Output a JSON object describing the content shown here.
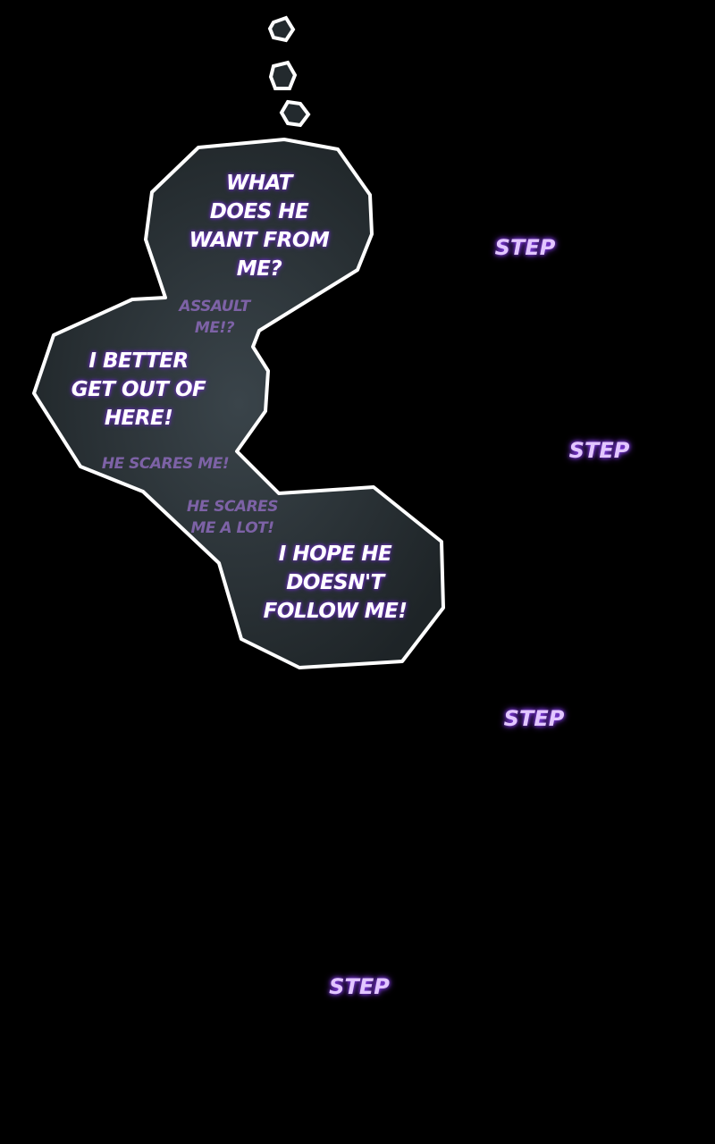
{
  "bubbles": {
    "top": "WHAT\nDOES HE\nWANT FROM\nME?",
    "middle": "I BETTER\nGET OUT OF\nHERE!",
    "bottom": "I HOPE HE\nDOESN'T\nFOLLOW ME!"
  },
  "whispers": {
    "assault": "ASSAULT\nME!?",
    "scares": "HE SCARES ME!",
    "scares_lot": "HE SCARES\nME A LOT!"
  },
  "sfx": [
    "STEP",
    "STEP",
    "STEP",
    "STEP"
  ],
  "colors": {
    "bubble_fill": "#232a2e",
    "outline": "#ffffff",
    "whisper": "#7d62a6",
    "sfx": "#e2c6ff"
  }
}
